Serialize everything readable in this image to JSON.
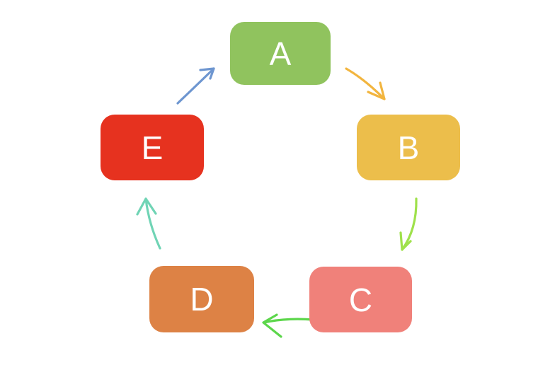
{
  "diagram": {
    "type": "cycle-diagram",
    "background": "#FFFFFF",
    "text_color": "#FFFFFF",
    "nodes": [
      {
        "id": "A",
        "label": "A",
        "color": "#90C35E"
      },
      {
        "id": "B",
        "label": "B",
        "color": "#ECBE4B"
      },
      {
        "id": "C",
        "label": "C",
        "color": "#F0817A"
      },
      {
        "id": "D",
        "label": "D",
        "color": "#DD8245"
      },
      {
        "id": "E",
        "label": "E",
        "color": "#E6321F"
      }
    ],
    "edges": [
      {
        "from": "A",
        "to": "B",
        "color": "#F2B53F",
        "style": "hand-drawn-arrow"
      },
      {
        "from": "B",
        "to": "C",
        "color": "#9FE14B",
        "style": "hand-drawn-arrow"
      },
      {
        "from": "C",
        "to": "D",
        "color": "#5CD64B",
        "style": "hand-drawn-arrow"
      },
      {
        "from": "D",
        "to": "E",
        "color": "#70D4B5",
        "style": "hand-drawn-arrow"
      },
      {
        "from": "E",
        "to": "A",
        "color": "#6E96D0",
        "style": "hand-drawn-arrow"
      }
    ]
  }
}
